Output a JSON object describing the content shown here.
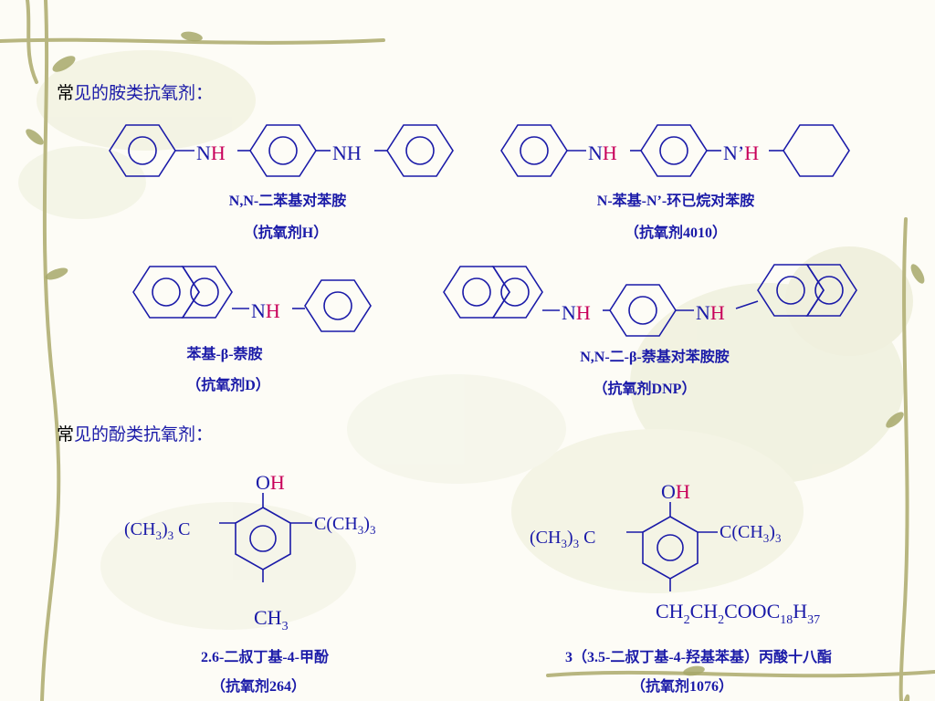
{
  "headings": {
    "amine": {
      "first": "常",
      "rest": "见的胺类抗氧剂："
    },
    "phenol": {
      "first": "常",
      "rest": "见的酚类抗氧剂："
    }
  },
  "molecules": {
    "h": {
      "nh1": {
        "n": "N",
        "h": "H"
      },
      "nh2": {
        "n": "NH"
      },
      "name": "N,N-二苯基对苯胺",
      "trade": "（抗氧剂H）"
    },
    "m4010": {
      "nh1": {
        "n": "N",
        "h": "H"
      },
      "nh2": {
        "n": "N’",
        "h": "H"
      },
      "name": "N-苯基-N’-环已烷对苯胺",
      "trade": "（抗氧剂4010）"
    },
    "d": {
      "nh1": {
        "n": "N",
        "h": "H"
      },
      "name": "苯基-β-萘胺",
      "trade": "（抗氧剂D）"
    },
    "dnp": {
      "nh1": {
        "n": "N",
        "h": "H"
      },
      "nh2": {
        "n": "N",
        "h": "H"
      },
      "name": "N,N-二-β-萘基对苯胺胺",
      "trade": "（抗氧剂DNP）"
    },
    "m264": {
      "oh": {
        "o": "O",
        "h": "H"
      },
      "left": {
        "a": "(CH",
        "b": "3",
        "c": ")",
        "d": "3",
        "e": " C"
      },
      "right": {
        "a": "C(CH",
        "b": "3",
        "c": ")",
        "d": "3"
      },
      "para": {
        "a": "CH",
        "b": "3"
      },
      "name": "2.6-二叔丁基-4-甲酚",
      "trade": "（抗氧剂264）"
    },
    "m1076": {
      "oh": {
        "o": "O",
        "h": "H"
      },
      "left": {
        "a": "(CH",
        "b": "3",
        "c": ")",
        "d": "3",
        "e": " C"
      },
      "right": {
        "a": "C(CH",
        "b": "3",
        "c": ")",
        "d": "3"
      },
      "para": {
        "a": "CH",
        "b": "2",
        "c": "CH",
        "d": "2",
        "e": "COOC",
        "f": "18",
        "g": "H",
        "h": "37"
      },
      "name": "3（3.5-二叔丁基-4-羟基苯基）丙酸十八酯",
      "trade": "（抗氧剂1076）"
    }
  }
}
